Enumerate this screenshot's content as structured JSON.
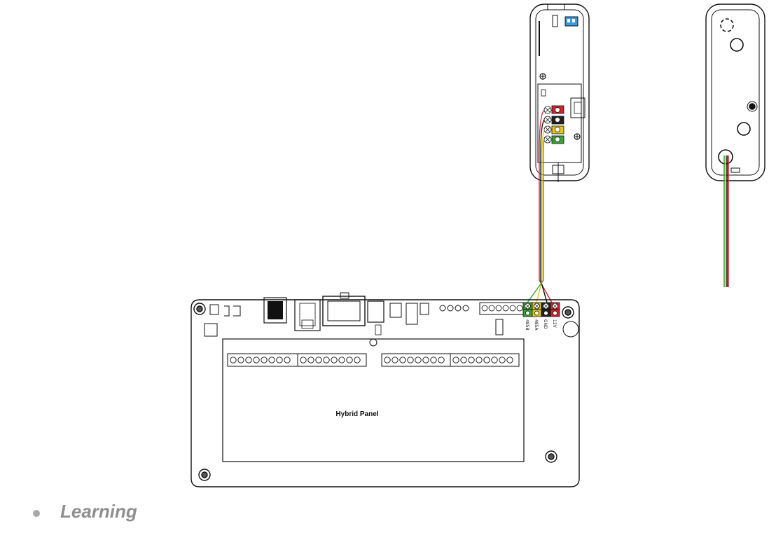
{
  "panel": {
    "label": "Hybrid Panel"
  },
  "terminals": {
    "t1": "485B",
    "t2": "485A",
    "t3": "GND",
    "t4": "12V"
  },
  "section": {
    "title": "Learning"
  },
  "colors": {
    "wire_red": "#d0232b",
    "wire_black": "#111111",
    "wire_yellow": "#e6c619",
    "wire_green": "#3aa335",
    "dip_switch": "#3b9bd9",
    "bullet": "#a9a9a9",
    "title": "#8f8f8f"
  }
}
